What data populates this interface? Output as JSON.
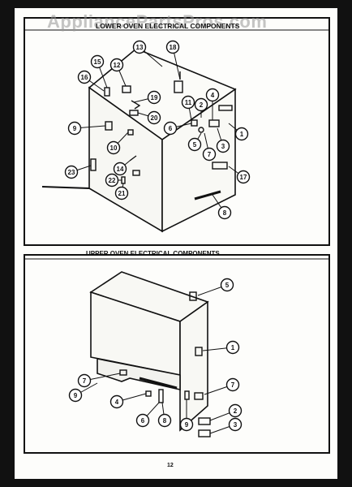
{
  "watermark": "AppliancePartsPros.com",
  "page_number": "12",
  "sections": [
    {
      "title": "LOWER OVEN ELECTRICAL COMPONENTS",
      "callouts": [
        "13",
        "18",
        "15",
        "12",
        "16",
        "19",
        "20",
        "11",
        "2",
        "4",
        "9",
        "6",
        "1",
        "10",
        "5",
        "7",
        "3",
        "14",
        "22",
        "23",
        "21",
        "17",
        "8"
      ]
    },
    {
      "title": "UPPER OVEN ELECTRICAL COMPONENTS",
      "callouts": [
        "5",
        "1",
        "7",
        "7",
        "9",
        "4",
        "6",
        "8",
        "9",
        "2",
        "3"
      ]
    }
  ]
}
